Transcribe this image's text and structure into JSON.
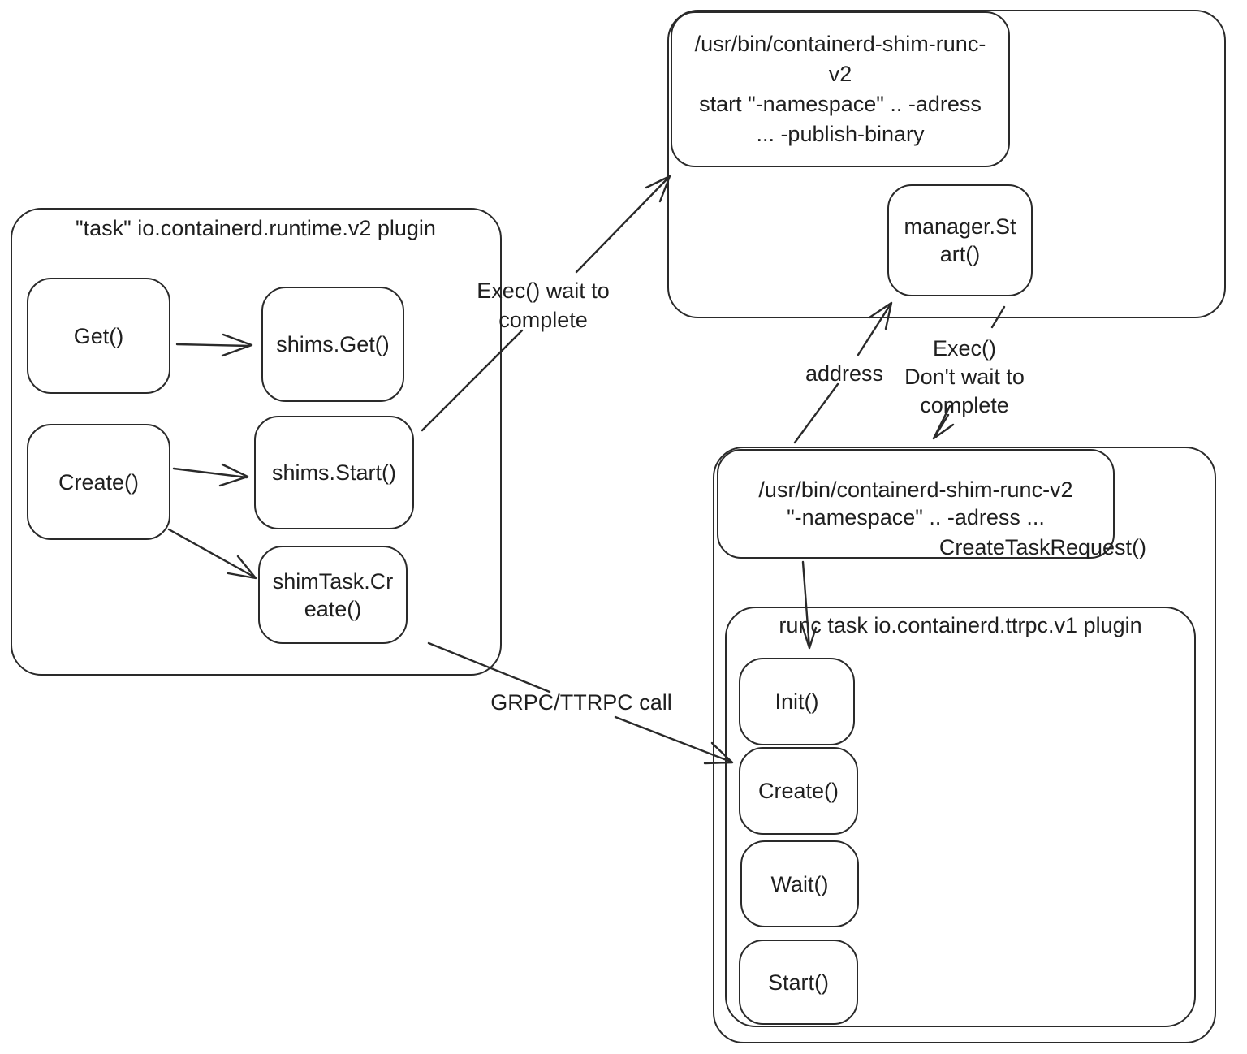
{
  "task_plugin": {
    "title": "\"task\" io.containerd.runtime.v2 plugin",
    "get": "Get()",
    "shims_get": "shims.Get()",
    "create": "Create()",
    "shims_start": "shims.Start()",
    "shim_task_create": "shimTask.Cr\neate()"
  },
  "shim_start_process": {
    "command": "/usr/bin/containerd-shim-runc-\nv2\nstart \"-namespace\" .. -adress\n... -publish-binary",
    "manager_start": "manager.St\nart()"
  },
  "shim_create_process": {
    "command": "/usr/bin/containerd-shim-runc-v2\n\"-namespace\" .. -adress ...",
    "create_task_request": "CreateTaskRequest()",
    "runc_plugin": {
      "title": "runc task io.containerd.ttrpc.v1 plugin",
      "init": "Init()",
      "create": "Create()",
      "wait": "Wait()",
      "start": "Start()"
    }
  },
  "labels": {
    "exec_wait": "Exec() wait to\ncomplete",
    "address": "address",
    "exec_no_wait": "Exec()\nDon't wait to\ncomplete",
    "grpc_call": "GRPC/TTRPC call"
  },
  "colors": {
    "stroke": "#2a2a2a",
    "text": "#1f1f1f",
    "background": "#ffffff"
  }
}
